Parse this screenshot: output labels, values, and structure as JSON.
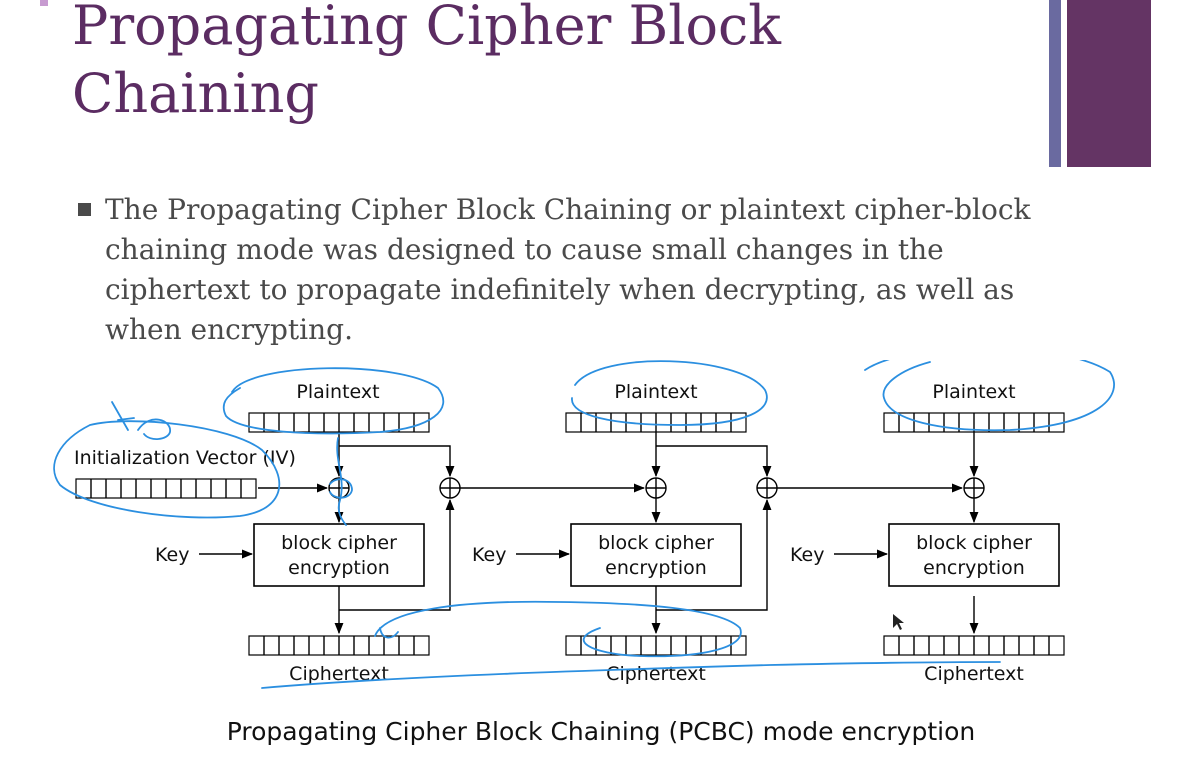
{
  "slide": {
    "title": "Propagating Cipher Block Chaining",
    "bullet": "The Propagating Cipher Block Chaining or plaintext cipher-block chaining mode was designed to cause small changes in the ciphertext to propagate indefinitely when decrypting, as well as when encrypting."
  },
  "diagram": {
    "plaintext_label": "Plaintext",
    "ciphertext_label": "Ciphertext",
    "iv_label": "Initialization Vector (IV)",
    "key_label": "Key",
    "cipher_line1": "block cipher",
    "cipher_line2": "encryption",
    "caption": "Propagating Cipher Block Chaining (PCBC) mode encryption"
  },
  "colors": {
    "title": "#5b2c62",
    "accent_bar": "#643464",
    "thin_bar": "#6a6aa0",
    "annotation_ink": "#2b8fe0"
  }
}
